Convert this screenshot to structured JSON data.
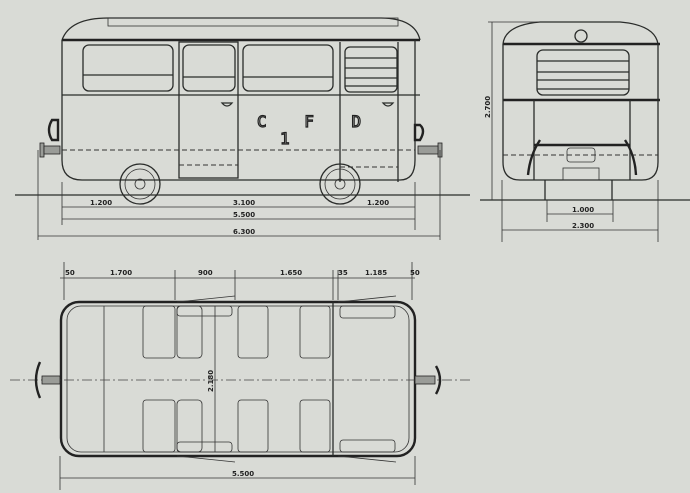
{
  "drawing": {
    "subject": "Railcar technical drawing - side elevation, end elevation and plan view",
    "colors": {
      "paper": "#d9dbd6",
      "ink": "#2a2c2a"
    },
    "side_view": {
      "lettering": {
        "company": "C F D",
        "number": "1"
      },
      "dimensions": {
        "overhang_left": "1.200",
        "wheelbase": "3.100",
        "overhang_right": "1.200",
        "body_length": "5.500",
        "overall_length": "6.300"
      }
    },
    "end_view": {
      "dimensions": {
        "height": "2.700",
        "track_gauge": "1.000",
        "body_width": "2.300"
      }
    },
    "plan_view": {
      "dimensions": {
        "top": [
          "50",
          "1.700",
          "900",
          "1.650",
          "35",
          "1.185",
          "50"
        ],
        "interior_width": "2.180",
        "body_length": "5.500"
      }
    }
  }
}
